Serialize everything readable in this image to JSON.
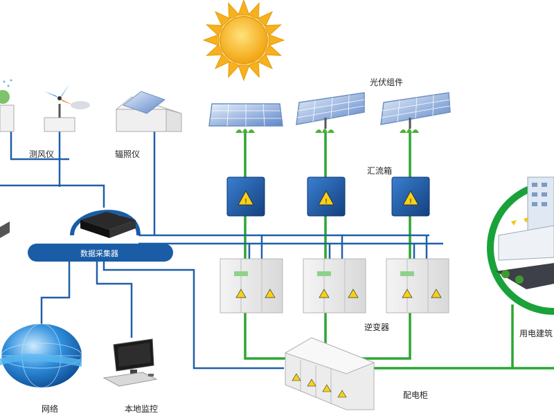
{
  "labels": {
    "pv_modules": "光伏组件",
    "combiner_box": "汇流箱",
    "wind_meter": "测风仪",
    "irradiance_meter": "辐照仪",
    "data_collector": "数据采集器",
    "inverter": "逆变器",
    "distribution_cabinet": "配电柜",
    "network": "网络",
    "local_monitoring": "本地监控",
    "building": "用电建筑"
  },
  "colors": {
    "dc_line": "#2aa632",
    "data_line": "#1f5fa8",
    "bus": "#1a5da6",
    "combiner": "#1f55a6",
    "sun": "#f5b21b",
    "building_ring": "#1aa23a"
  },
  "icons": {
    "sun": "sun-icon",
    "warning": "warning-icon",
    "globe": "globe-icon",
    "monitor": "monitor-icon"
  }
}
